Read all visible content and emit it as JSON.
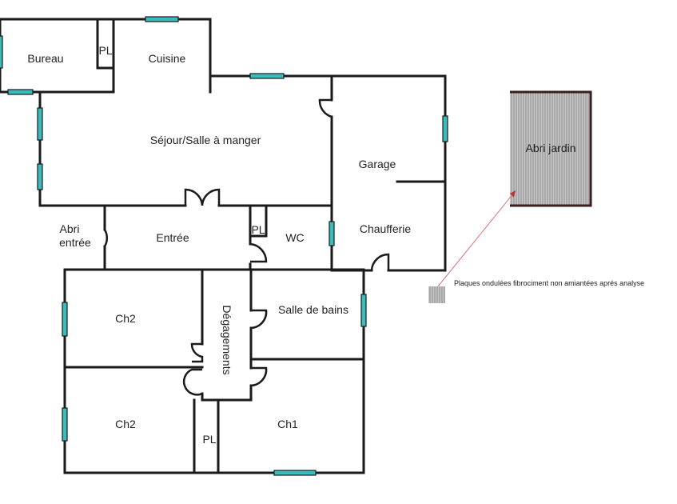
{
  "rooms": {
    "bureau": "Bureau",
    "cuisine": "Cuisine",
    "pl_bureau": "PL",
    "sejour": "Séjour/Salle à manger",
    "abri_entree_1": "Abri",
    "abri_entree_2": "entrée",
    "entree": "Entrée",
    "pl_entree": "PL",
    "wc": "WC",
    "garage": "Garage",
    "chaufferie": "Chaufferie",
    "ch2_top": "Ch2",
    "ch2_bottom": "Ch2",
    "degagements": "Dégagements",
    "salle_de_bains": "Salle de bains",
    "ch1": "Ch1",
    "pl_chambres": "PL",
    "abri_jardin": "Abri jardin"
  },
  "legend": {
    "text": "Plaques ondulées fibrociment non amiantées aprés analyse"
  },
  "colors": {
    "window": "#3bbcbc",
    "arrow": "#d9737a",
    "hatch": "#b5b5b5"
  }
}
